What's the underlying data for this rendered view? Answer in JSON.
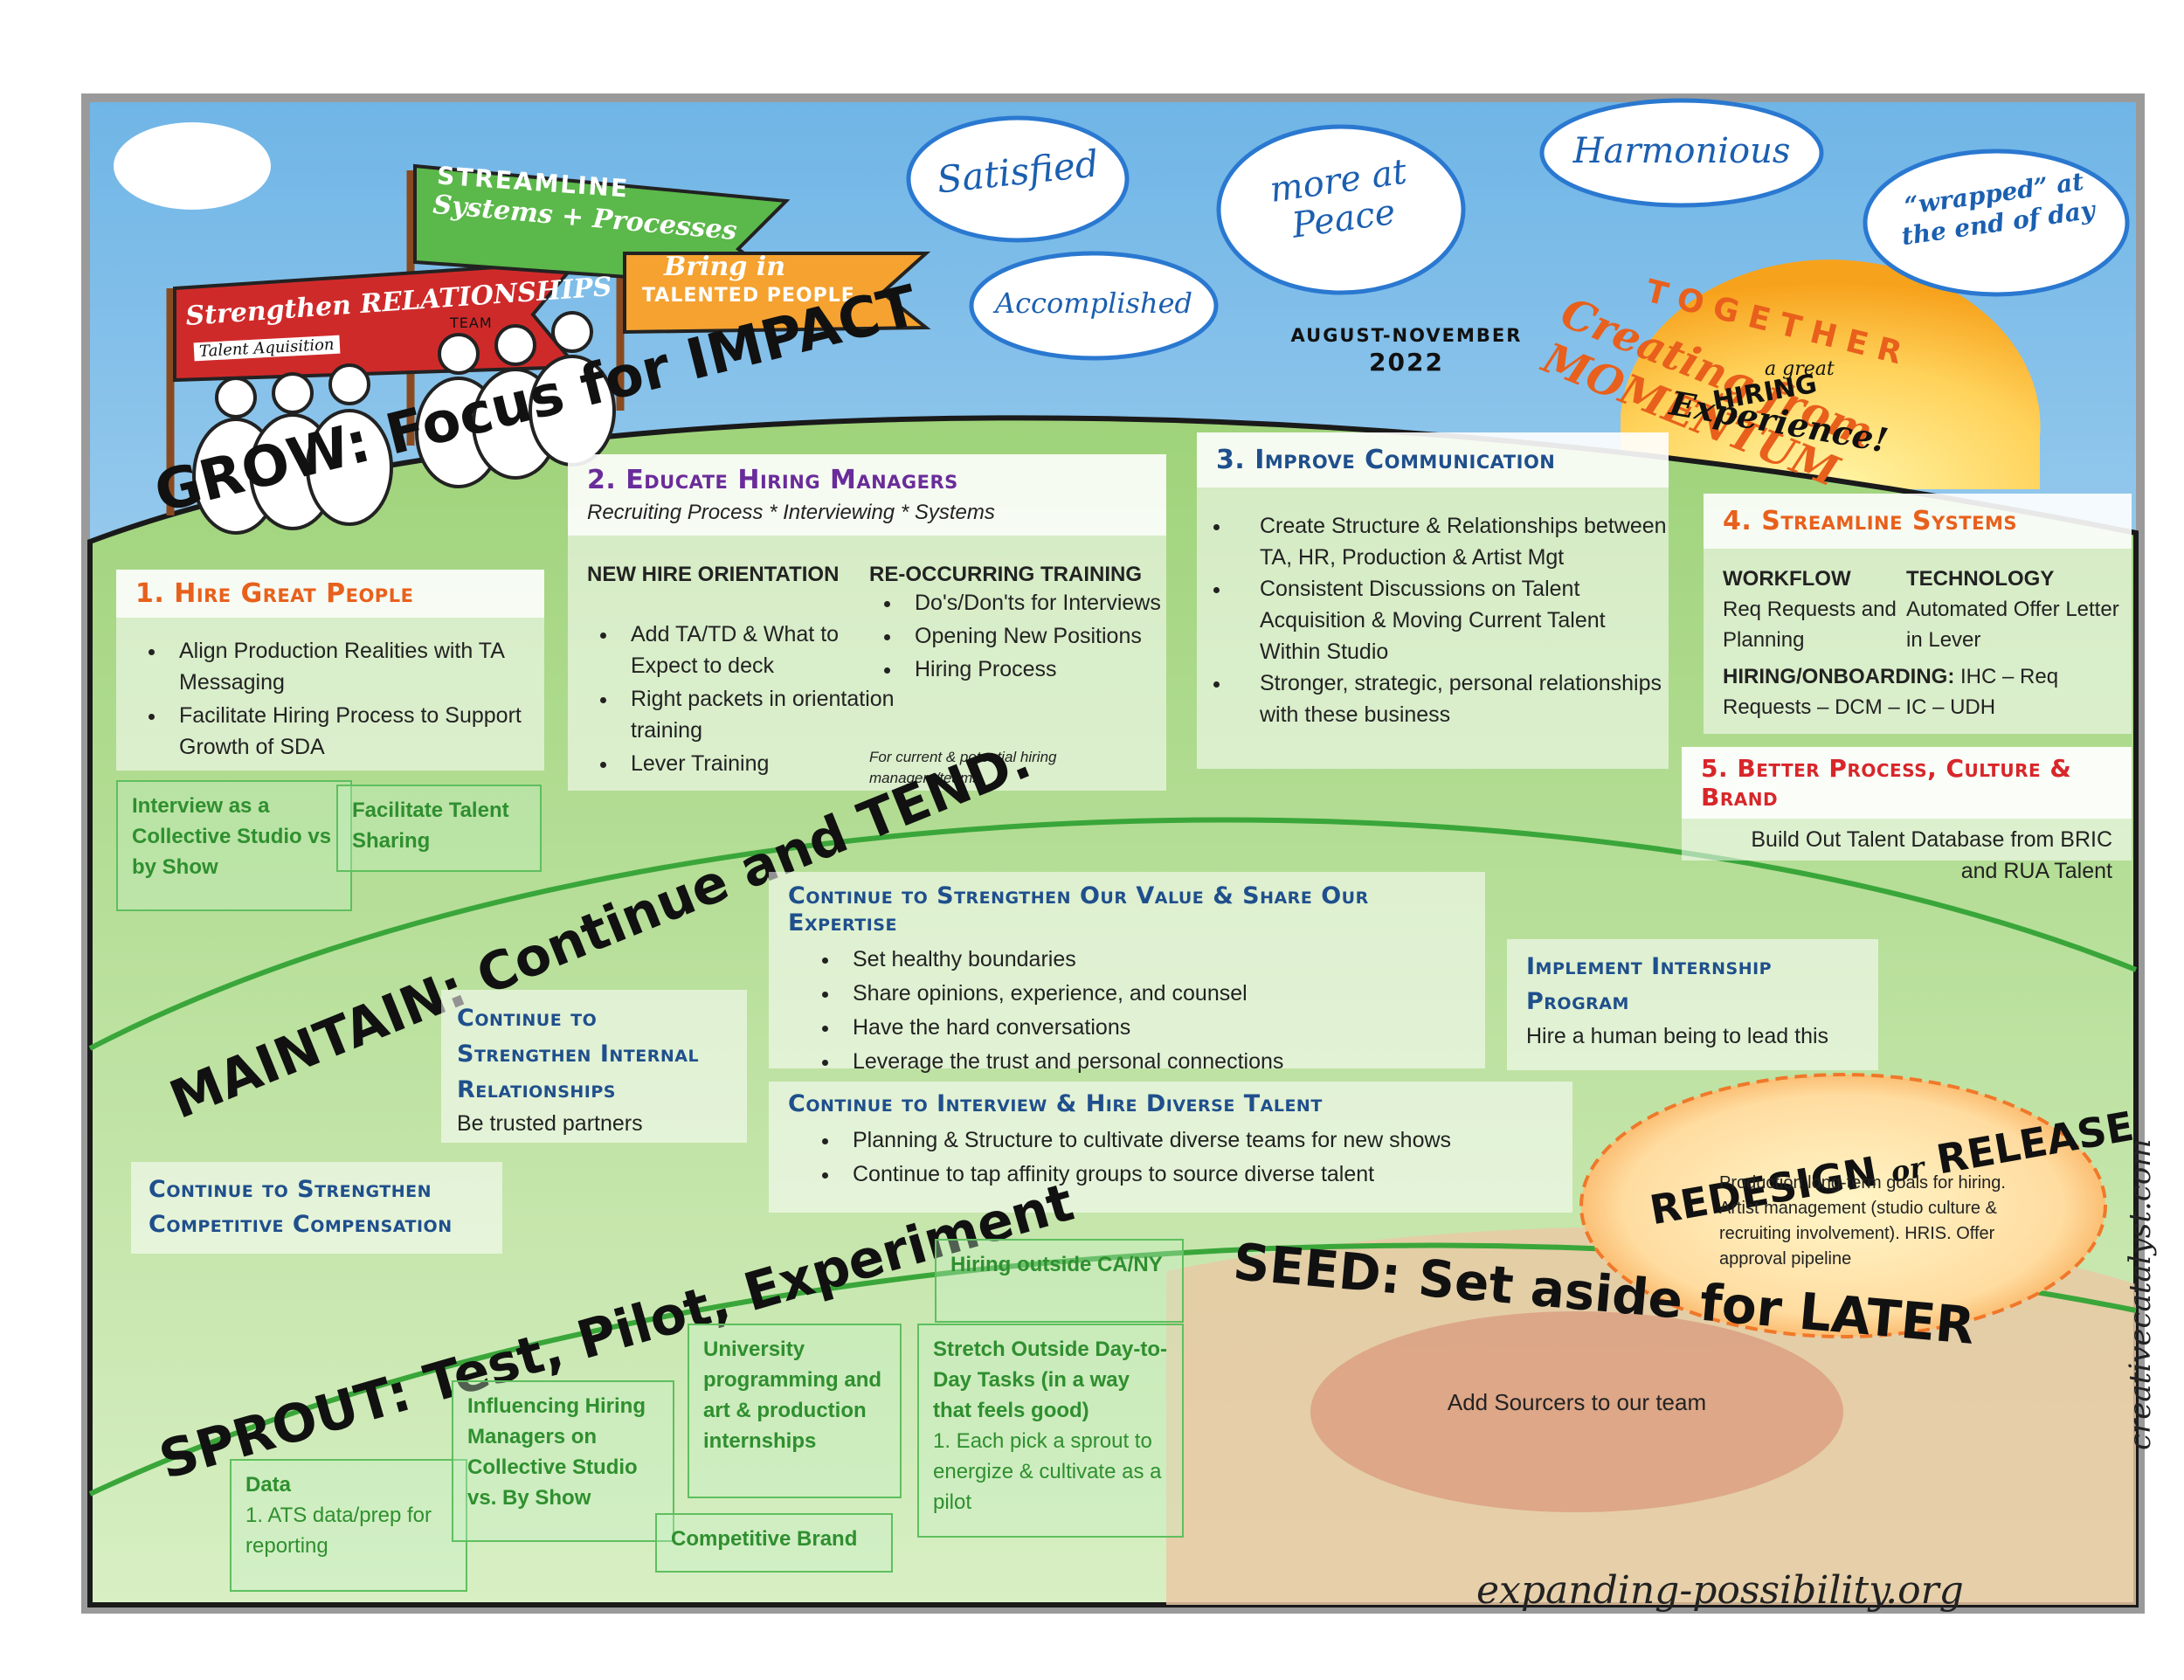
{
  "header": {
    "date_range": "AUGUST-NOVEMBER",
    "year": "2022",
    "sun_title": "Creating from MOMENTUM",
    "sun_together": "TOGETHER",
    "sun_sub": "a great",
    "sun_hiring": "HIRING",
    "sun_experience": "Experience!"
  },
  "clouds": [
    "Satisfied",
    "Accomplished",
    "more at Peace",
    "Harmonious",
    "“wrapped” at the end of day"
  ],
  "flags": {
    "red": "Strengthen RELATIONSHIPS",
    "green_line1": "STREAMLINE",
    "green_line2": "Systems + Processes",
    "orange_line1": "Bring in",
    "orange_line2": "TALENTED PEOPLE",
    "tag_ta": "Talent Aquisition",
    "tag_team": "TEAM"
  },
  "grow": {
    "title": "GROW: Focus for IMPACT",
    "s1": {
      "title": "1. Hire Great People",
      "items": [
        "Align Production Realities with TA Messaging",
        "Facilitate Hiring Process to Support Growth of SDA"
      ],
      "note1": "Interview as a Collective Studio vs by Show",
      "note2": "Facilitate Talent Sharing"
    },
    "s2": {
      "title": "2. Educate Hiring Managers",
      "subtitle": "Recruiting Process * Interviewing * Systems",
      "col1_title": "NEW HIRE ORIENTATION",
      "col1_items": [
        "Add TA/TD & What to Expect to deck",
        "Right packets in orientation training",
        "Lever Training"
      ],
      "col2_title": "RE-OCCURRING TRAINING",
      "col2_items": [
        "Do's/Don'ts for Interviews",
        "Opening New Positions",
        "Hiring Process"
      ],
      "col2_note": "For current & potential hiring managers/teams"
    },
    "s3": {
      "title": "3. Improve Communication",
      "items": [
        "Create Structure & Relationships between TA, HR, Production & Artist Mgt",
        "Consistent Discussions on Talent Acquisition & Moving Current Talent Within Studio",
        "Stronger, strategic, personal relationships with these business"
      ]
    },
    "s4": {
      "title": "4. Streamline Systems",
      "workflow_title": "WORKFLOW",
      "workflow_text": "Req Requests and Planning",
      "technology_title": "TECHNOLOGY",
      "technology_text": "Automated Offer Letter in Lever",
      "onboarding_label": "HIRING/ONBOARDING:",
      "onboarding_text": " IHC – Req Requests – DCM – IC – UDH"
    },
    "s5": {
      "title": "5. Better Process, Culture & Brand",
      "text": "Build Out Talent Database from BRIC and RUA Talent"
    }
  },
  "maintain": {
    "title": "MAINTAIN: Continue and TEND.",
    "value": {
      "title": "Continue to Strengthen Our Value & Share Our Expertise",
      "items": [
        "Set healthy boundaries",
        "Share opinions, experience, and counsel",
        "Have the hard conversations",
        "Leverage the trust and personal connections"
      ]
    },
    "internship": {
      "title": "Implement Internship Program",
      "text": "Hire a human being to lead this"
    },
    "internal": {
      "title": "Continue to Strengthen Internal Relationships",
      "text": "Be trusted partners"
    },
    "diverse": {
      "title": "Continue to Interview & Hire Diverse Talent",
      "items": [
        "Planning & Structure to cultivate diverse teams for new shows",
        "Continue to tap affinity groups to source diverse talent"
      ]
    },
    "compensation": {
      "title": "Continue to Strengthen Competitive Compensation"
    }
  },
  "redesign": {
    "title_a": "REDESIGN",
    "title_or": "or",
    "title_b": "RELEASE",
    "text": "Production long-term goals for hiring. Artist management (studio culture & recruiting involvement). HRIS. Offer approval pipeline"
  },
  "sprout": {
    "title": "SPROUT: Test, Pilot, Experiment",
    "data_title": "Data",
    "data_text": "1. ATS data/prep for reporting",
    "influencing": "Influencing Hiring Managers on Collective Studio vs. By Show",
    "university": "University programming and art & production internships",
    "competitive": "Competitive Brand",
    "hiring_outside": "Hiring outside CA/NY",
    "stretch_title": "Stretch Outside Day-to-Day Tasks (in a way that feels good)",
    "stretch_text": "1. Each pick a sprout to energize & cultivate as a pilot"
  },
  "seed": {
    "title": "SEED: Set aside for LATER",
    "text": "Add Sourcers to our team"
  },
  "footer": {
    "site": "expanding-possibility.org",
    "side": "creativecatalyst.com"
  },
  "colors": {
    "sky": "#bfe3f6",
    "grass": "#a8d98a",
    "seed_soil": "#e8b58c",
    "section_orange": "#e8601c",
    "section_purple": "#6a2c9a",
    "section_blue": "#1f4f8c",
    "section_red": "#d8262a",
    "note_green": "#2e8b2e"
  }
}
